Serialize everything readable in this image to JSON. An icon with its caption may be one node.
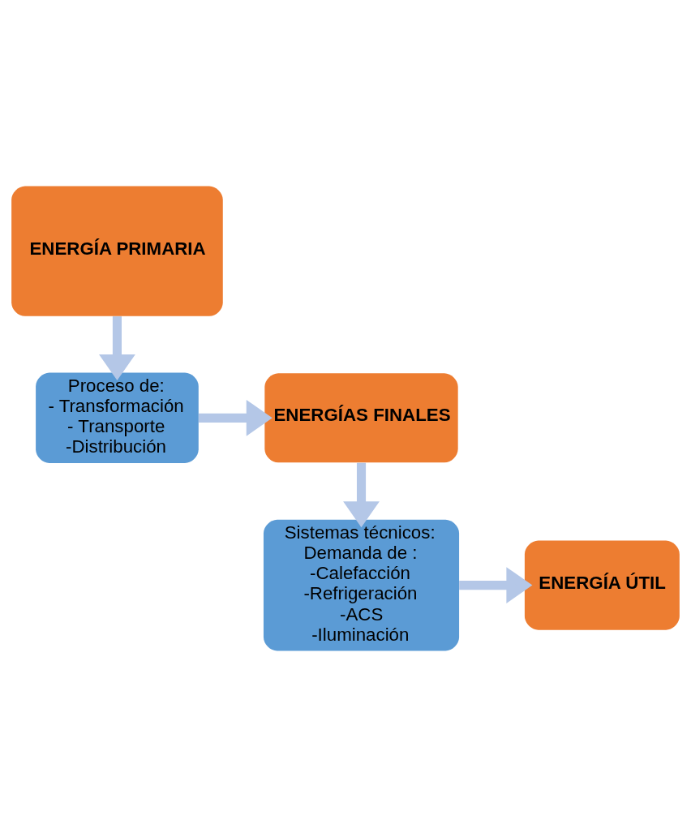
{
  "diagram": {
    "nodes": [
      {
        "text": [
          "ENERGÍA PRIMARIA"
        ]
      },
      {
        "text": [
          "Proceso de:",
          "- Transformación",
          "- Transporte",
          "-Distribución"
        ]
      },
      {
        "text": [
          "ENERGÍAS FINALES"
        ]
      },
      {
        "text": [
          "Sistemas técnicos:",
          "Demanda de :",
          "-Calefacción",
          "-Refrigeración",
          "-ACS",
          "-Iluminación"
        ]
      },
      {
        "text": [
          "ENERGÍA ÚTIL"
        ]
      }
    ],
    "edges": [
      {
        "from": 0,
        "to": 1,
        "arrow": "to"
      },
      {
        "from": 1,
        "to": 2,
        "arrow": "to"
      },
      {
        "from": 2,
        "to": 3,
        "arrow": "to"
      },
      {
        "from": 3,
        "to": 4,
        "arrow": "to"
      }
    ]
  }
}
